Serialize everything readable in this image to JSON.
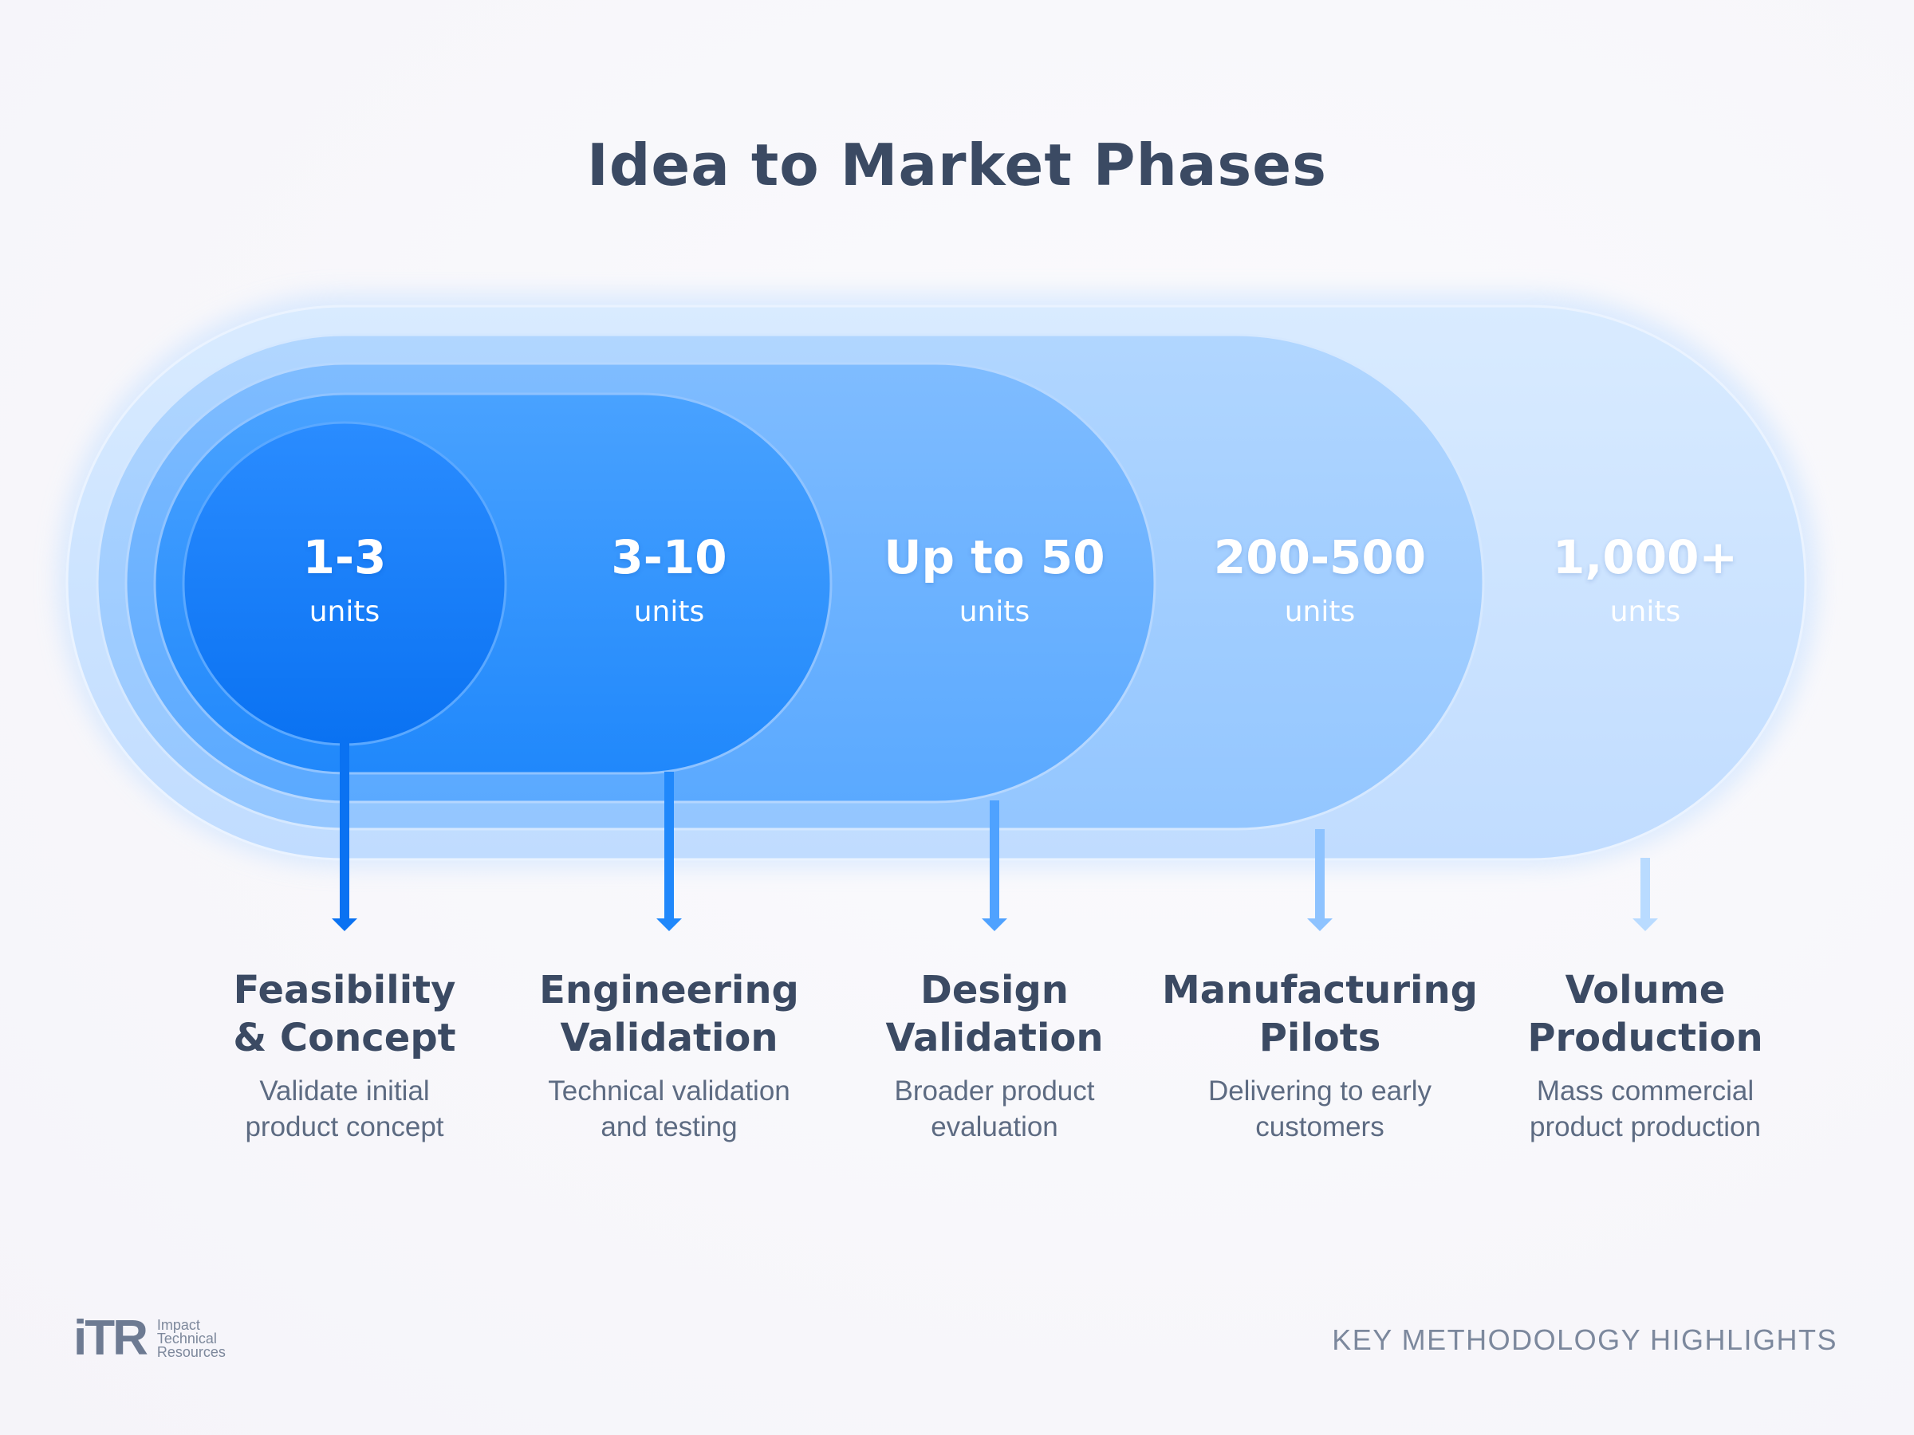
{
  "title": "Idea to Market Phases",
  "stages": [
    {
      "count": "1-3",
      "unit": "units",
      "name": "Feasibility\n& Concept",
      "description": "Validate initial product concept"
    },
    {
      "count": "3-10",
      "unit": "units",
      "name": "Engineering\nValidation",
      "description": "Technical validation and testing"
    },
    {
      "count": "Up to 50",
      "unit": "units",
      "name": "Design\nValidation",
      "description": "Broader product evaluation"
    },
    {
      "count": "200-500",
      "unit": "units",
      "name": "Manufacturing\nPilots",
      "description": "Delivering to early customers"
    },
    {
      "count": "1,000+",
      "unit": "units",
      "name": "Volume\nProduction",
      "description": "Mass commercial product production"
    }
  ],
  "logo": {
    "mark": "iTR",
    "lines": [
      "Impact",
      "Technical",
      "Resources"
    ]
  },
  "footer": {
    "right_label": "KEY METHODOLOGY HIGHLIGHTS"
  },
  "colors": {
    "title": "#3b4a63",
    "stage1": "#0a72f2",
    "stage5": "#d6e8ff"
  }
}
